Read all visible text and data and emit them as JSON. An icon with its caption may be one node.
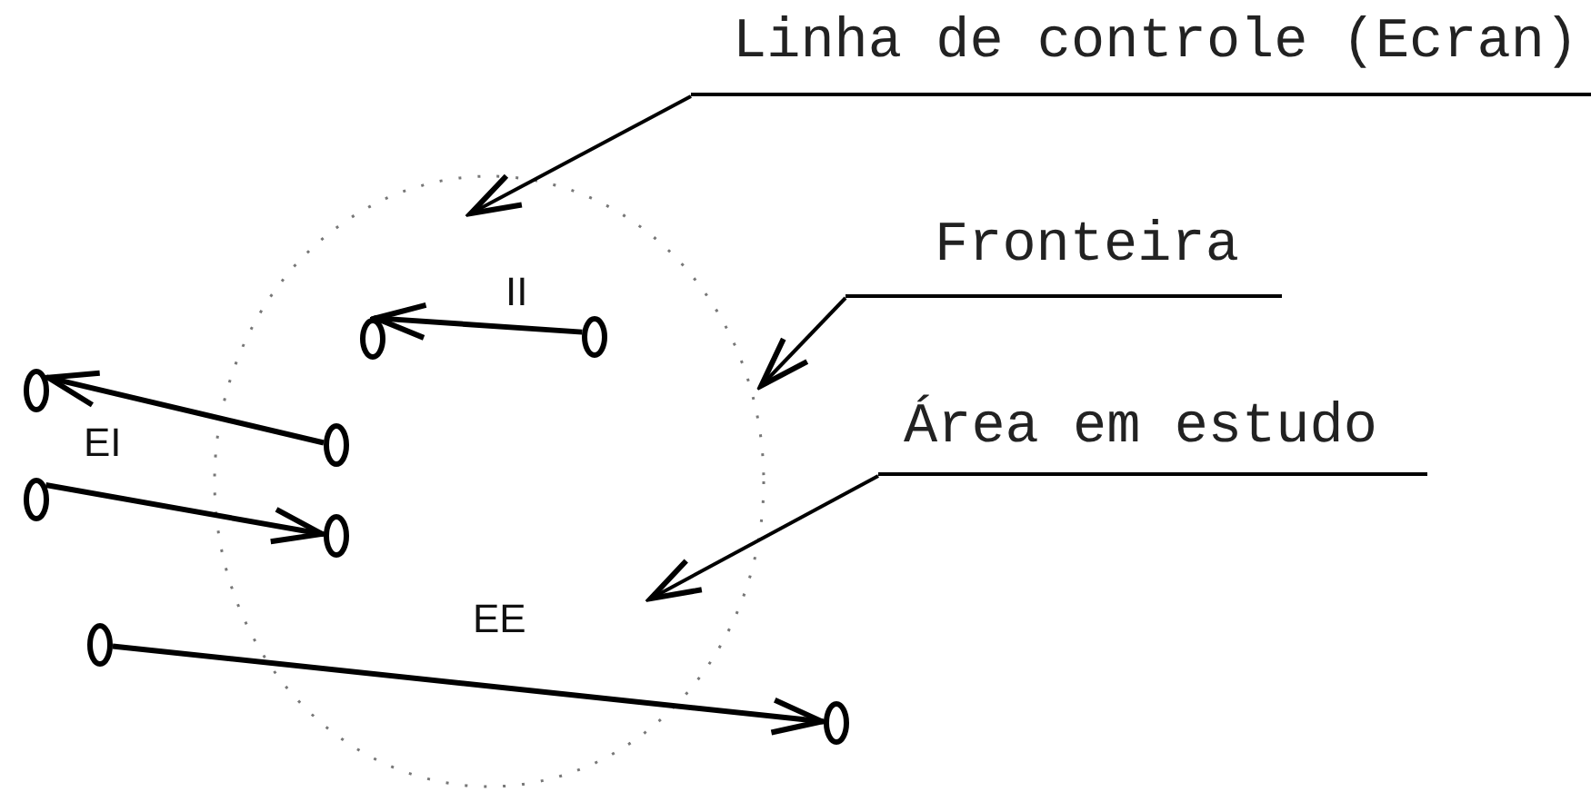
{
  "diagram": {
    "nodes": [
      {
        "text": [],
        "shape": "circle"
      },
      {
        "text": [
          "Linha de controle (Ecran)"
        ]
      },
      {
        "text": [
          "Fronteira"
        ]
      },
      {
        "text": [
          "Área em estudo"
        ]
      },
      {
        "text": [],
        "shape": "circle",
        "in": 0
      },
      {
        "text": [],
        "shape": "circle",
        "in": 0
      },
      {
        "text": [],
        "shape": "circle"
      },
      {
        "text": [],
        "shape": "circle",
        "in": 0
      },
      {
        "text": [],
        "shape": "circle"
      },
      {
        "text": [],
        "shape": "circle",
        "in": 0
      },
      {
        "text": [],
        "shape": "circle"
      },
      {
        "text": [],
        "shape": "circle"
      }
    ],
    "edges": [
      {
        "from": 1,
        "to": 0,
        "arrow": "to"
      },
      {
        "from": 2,
        "to": 0,
        "arrow": "to"
      },
      {
        "from": 3,
        "to": 0,
        "arrow": "to"
      },
      {
        "from": 5,
        "to": 4,
        "arrow": "to",
        "label": "II"
      },
      {
        "from": 7,
        "to": 6,
        "arrow": "to"
      },
      {
        "from": 8,
        "to": 9,
        "arrow": "to"
      },
      {
        "from": 10,
        "to": 11,
        "arrow": "to",
        "label": "EE"
      }
    ],
    "labels": [
      "EI"
    ]
  }
}
